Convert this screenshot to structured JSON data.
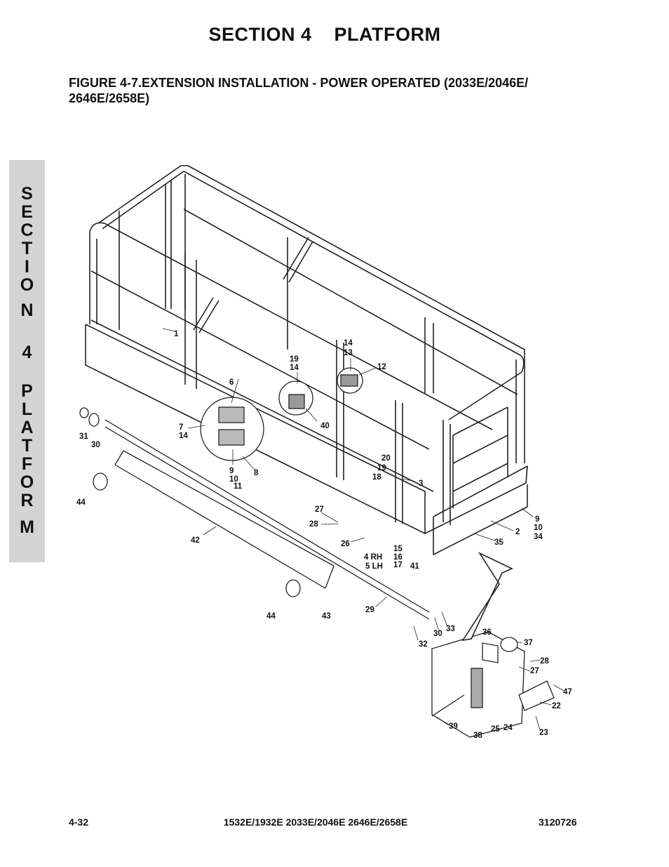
{
  "header": {
    "section_title": "SECTION 4    PLATFORM",
    "figure_title_line1": "FIGURE 4-7.EXTENSION INSTALLATION - POWER OPERATED (2033E/2046E/",
    "figure_title_line2": "2646E/2658E)"
  },
  "side_tab": {
    "letters": [
      "S",
      "E",
      "C",
      "T",
      "I",
      "O",
      "N",
      "",
      "4",
      "",
      "P",
      "L",
      "A",
      "T",
      "F",
      "O",
      "R",
      "M"
    ],
    "background_color": "#d4d4d4"
  },
  "callouts": [
    "1",
    "14",
    "13",
    "19",
    "14",
    "12",
    "6",
    "7",
    "14",
    "40",
    "31",
    "30",
    "9",
    "10",
    "11",
    "8",
    "20",
    "19",
    "18",
    "3",
    "44",
    "27",
    "28",
    "26",
    "42",
    "15",
    "16",
    "17",
    "4 RH",
    "5 LH",
    "41",
    "9",
    "10",
    "34",
    "2",
    "35",
    "29",
    "44",
    "43",
    "32",
    "30",
    "33",
    "36",
    "37",
    "28",
    "27",
    "47",
    "22",
    "39",
    "38",
    "25",
    "24",
    "23"
  ],
  "footer": {
    "page_number": "4-32",
    "models": "1532E/1932E 2033E/2046E 2646E/2658E",
    "doc_number": "3120726"
  }
}
